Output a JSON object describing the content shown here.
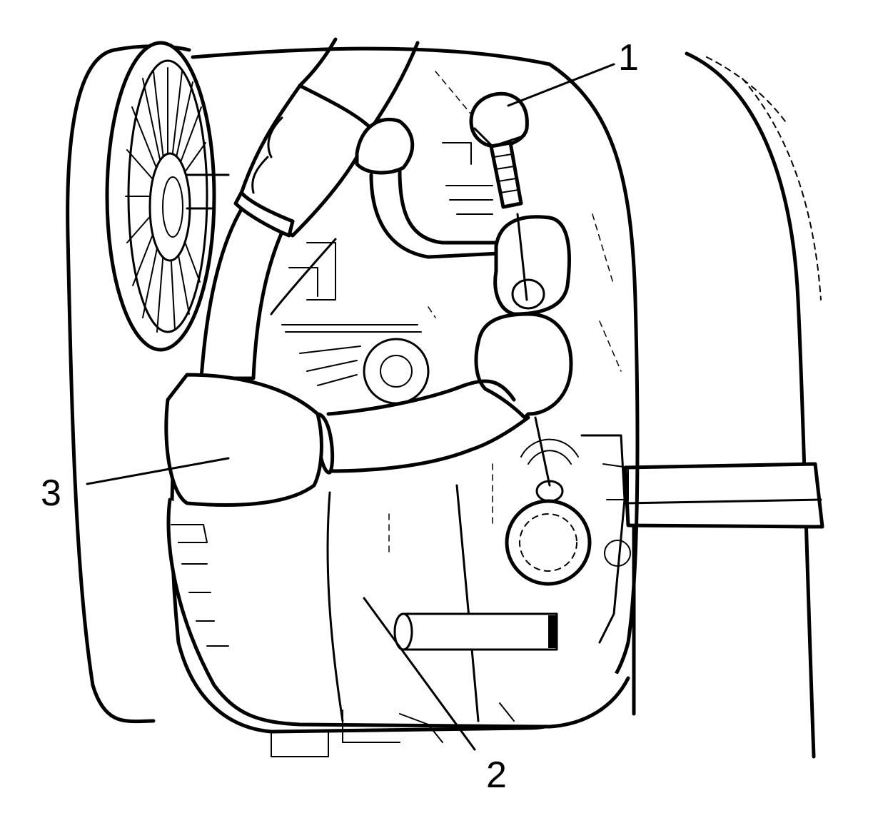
{
  "callouts": [
    {
      "id": "bolt",
      "label": "1"
    },
    {
      "id": "compressor",
      "label": "2"
    },
    {
      "id": "hose-fitting",
      "label": "3"
    }
  ],
  "colors": {
    "line": "#000000",
    "background": "#ffffff"
  }
}
